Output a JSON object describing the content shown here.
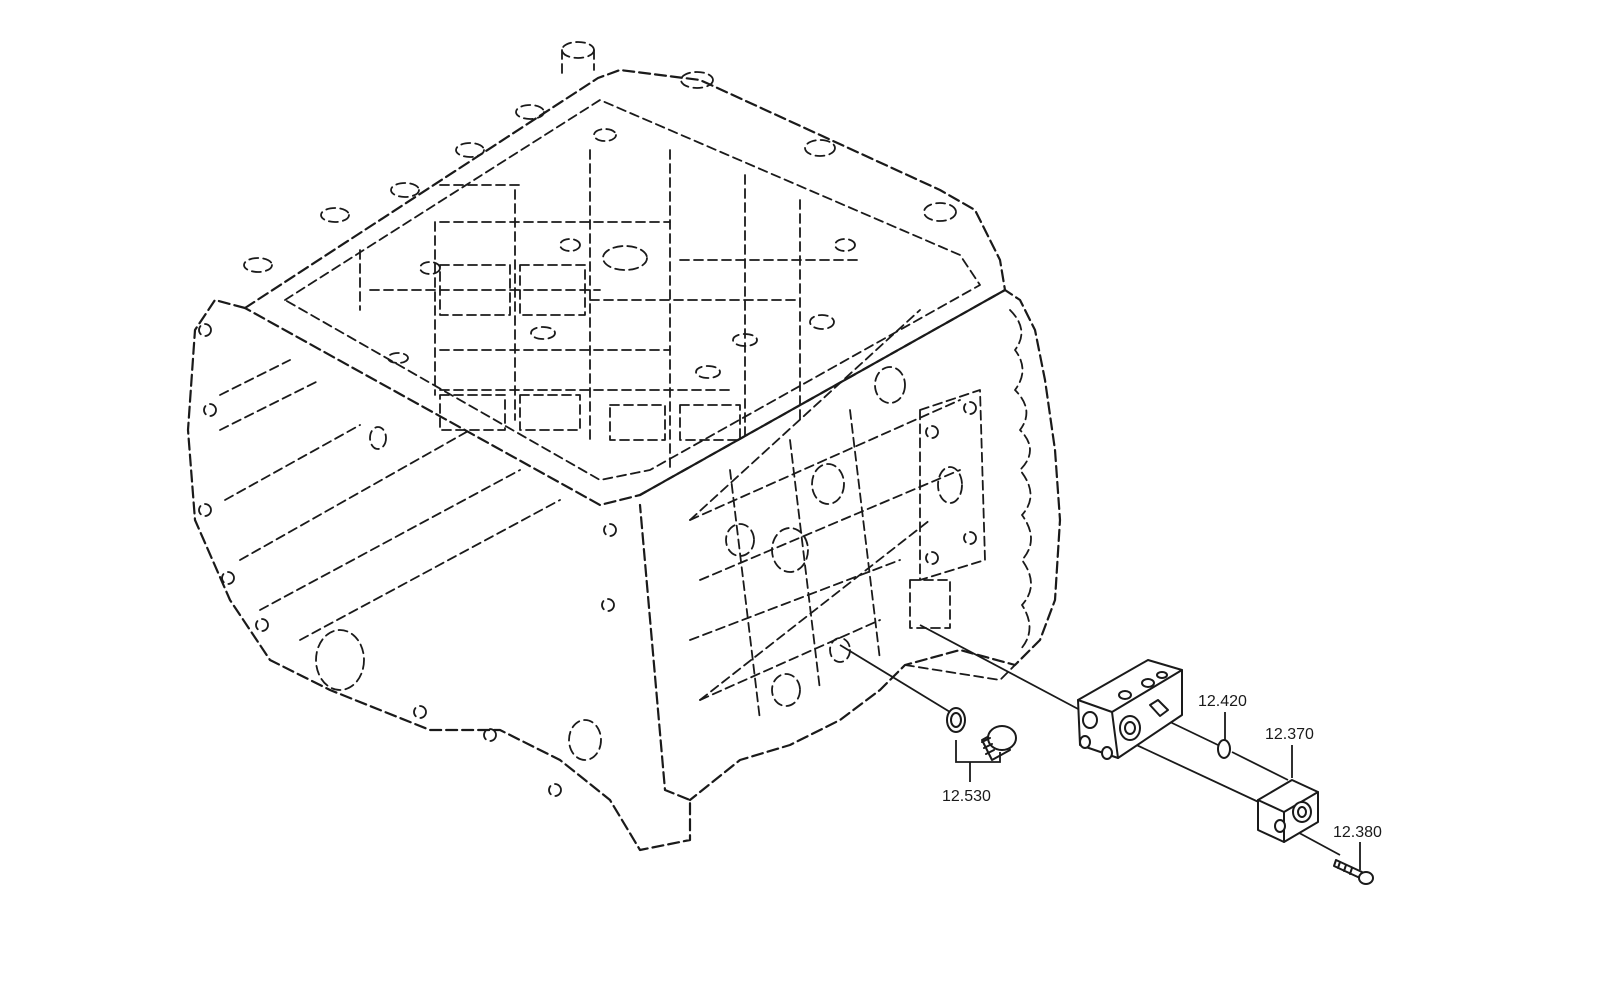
{
  "diagram": {
    "callouts": {
      "c12420": "12.420",
      "c12370": "12.370",
      "c12380": "12.380",
      "c12530": "12.530"
    },
    "parts": {
      "housing": "transmission-housing",
      "valve_block": "valve-block",
      "plug": "screw-plug",
      "o_ring": "o-ring",
      "adapter": "adapter-block",
      "bolt": "hex-bolt"
    }
  }
}
